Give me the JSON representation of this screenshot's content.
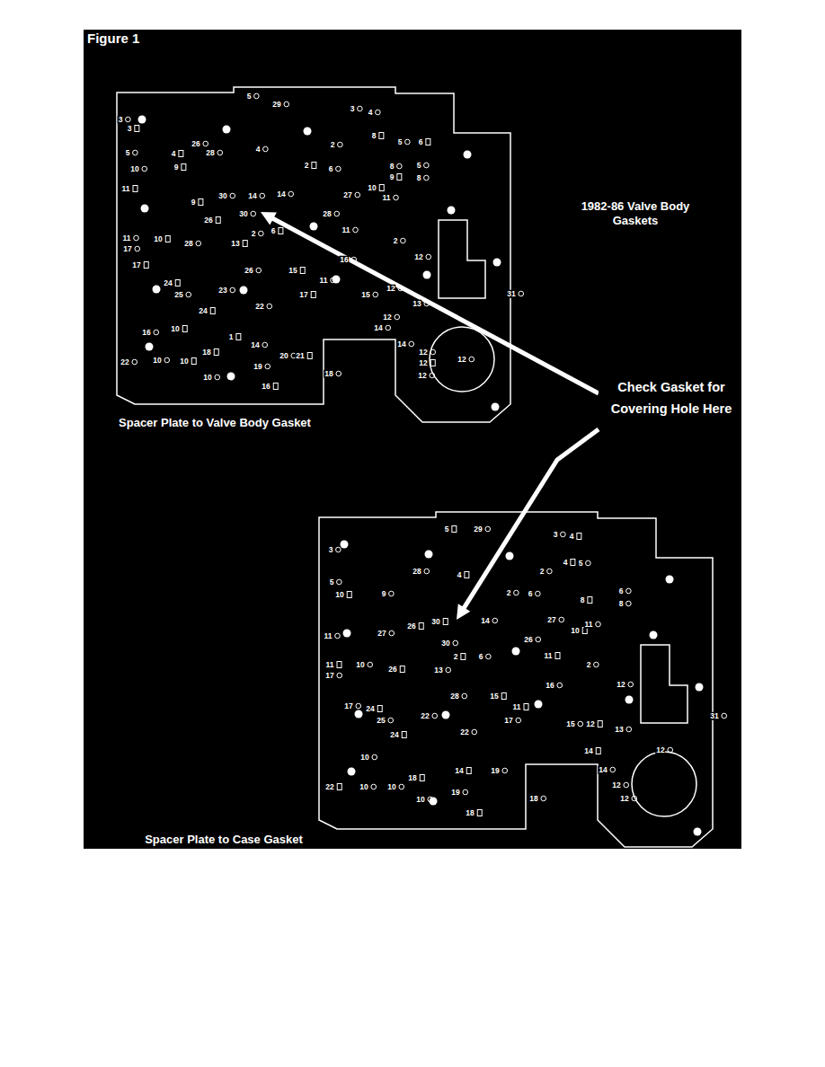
{
  "diagram": {
    "title": "Figure 1",
    "nodes": [
      {
        "text": [
          "Spacer Plate to Valve Body Gasket"
        ]
      },
      {
        "text": [
          "Spacer Plate to Case Gasket"
        ]
      },
      {
        "text": [
          "Check Gasket for Covering Hole Here"
        ]
      }
    ],
    "edges": [
      {
        "from": 2,
        "to": 0,
        "arrow": "to"
      },
      {
        "from": 2,
        "to": 1,
        "arrow": "to"
      }
    ],
    "labels": [
      "1982-86 Valve Body Gaskets",
      "29",
      "3",
      "3",
      "3",
      "4",
      "8",
      "5",
      "5",
      "6",
      "5",
      "26",
      "4",
      "28",
      "4",
      "9",
      "10",
      "2",
      "2",
      "6",
      "8",
      "9",
      "5",
      "8",
      "10",
      "27",
      "11",
      "11",
      "30",
      "14",
      "9",
      "14",
      "30",
      "26",
      "28",
      "2",
      "6",
      "11",
      "11",
      "10",
      "17",
      "28",
      "13",
      "2",
      "12",
      "17",
      "16",
      "26",
      "15",
      "12",
      "11",
      "17",
      "15",
      "13",
      "24",
      "25",
      "23",
      "24",
      "22",
      "16",
      "10",
      "12",
      "14",
      "1",
      "14",
      "20",
      "21",
      "14",
      "12",
      "12",
      "12",
      "12",
      "18",
      "22",
      "10",
      "10",
      "19",
      "10",
      "16",
      "18",
      "31",
      "5",
      "29",
      "3",
      "4",
      "3",
      "28",
      "4",
      "5",
      "2",
      "4",
      "5",
      "9",
      "10",
      "2",
      "6",
      "8",
      "6",
      "8",
      "30",
      "14",
      "27",
      "26",
      "27",
      "11",
      "10",
      "11",
      "30",
      "2",
      "6",
      "26",
      "11",
      "2",
      "12",
      "11",
      "10",
      "17",
      "26",
      "13",
      "28",
      "15",
      "16",
      "17",
      "24",
      "25",
      "22",
      "11",
      "17",
      "15",
      "12",
      "13",
      "22",
      "24",
      "10",
      "12",
      "14",
      "14",
      "19",
      "14",
      "12",
      "12",
      "22",
      "10",
      "10",
      "18",
      "10",
      "19",
      "18",
      "18",
      "31"
    ]
  }
}
